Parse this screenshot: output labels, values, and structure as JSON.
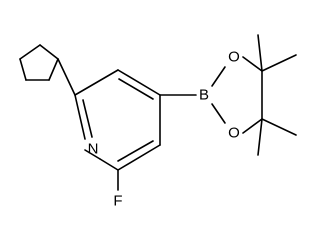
{
  "diagram": {
    "atoms": {
      "nitrogen": "N",
      "fluorine": "F",
      "boron": "B",
      "oxygen_top": "O",
      "oxygen_bottom": "O"
    }
  }
}
